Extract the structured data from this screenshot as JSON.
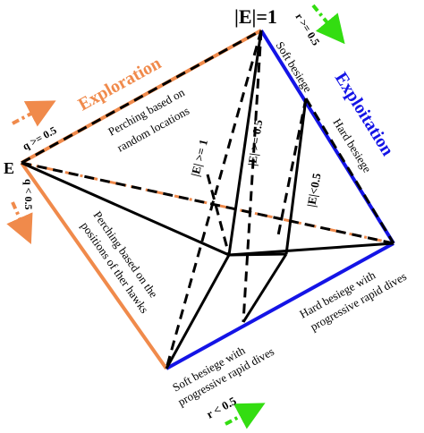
{
  "labels": {
    "top_vertex": "|E|=1",
    "left_vertex": "E",
    "exploration": "Exploration",
    "exploitation": "Exploitation",
    "q_ge": "q >= 0.5",
    "q_lt": "q < 0.5",
    "r_ge": "r >= 0.5",
    "r_lt": "r < 0.5",
    "perch_random_1": "Perching based on",
    "perch_random_2": "random locations",
    "perch_hawks_1": "Perching based on the",
    "perch_hawks_2": "positions of ther hawks",
    "soft_besiege": "Soft besiege",
    "hard_besiege": "Hard besiege",
    "soft_dives_1": "Soft besiege with",
    "soft_dives_2": "progressive rapid dives",
    "hard_dives_1": "Hard besiege with",
    "hard_dives_2": "progressive rapid dives",
    "e_ge_1": "|E| >= 1",
    "e_ge_05": "|E| >= 0.5",
    "e_lt_05": "|E|<0.5"
  },
  "colors": {
    "exploration": "#F08A4B",
    "exploitation": "#1414E6",
    "arrow_green": "#33DD11",
    "line": "#000000"
  }
}
